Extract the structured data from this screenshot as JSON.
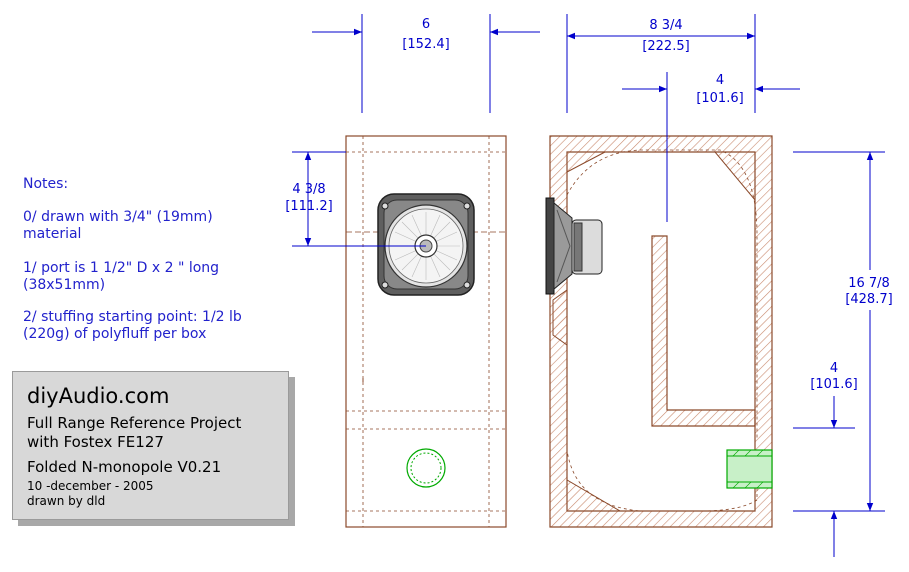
{
  "dimensions": {
    "front_width": {
      "value": "6",
      "metric": "[152.4]"
    },
    "side_depth": {
      "value": "8 3/4",
      "metric": "[222.5]"
    },
    "rear_offset": {
      "value": "4",
      "metric": "[101.6]"
    },
    "driver_height": {
      "value": "4 3/8",
      "metric": "[111.2]"
    },
    "total_height": {
      "value": "16 7/8",
      "metric": "[428.7]"
    },
    "port_height": {
      "value": "4",
      "metric": "[101.6]"
    }
  },
  "notes": {
    "heading": "Notes:",
    "note0_line1": "0/ drawn with 3/4\" (19mm)",
    "note0_line2": "material",
    "note1_line1": "1/ port is 1 1/2\" D x 2 \" long",
    "note1_line2": "(38x51mm)",
    "note2_line1": "2/ stuffing starting point: 1/2 lb",
    "note2_line2": "(220g) of polyfluff per box"
  },
  "title_block": {
    "site": "diyAudio.com",
    "project_line1": "Full Range Reference Project",
    "project_line2": "with Fostex FE127",
    "design": "Folded N-monopole V0.21",
    "date": "10 -december - 2005",
    "author": "drawn by dld"
  },
  "colors": {
    "dimension": "#0000cc",
    "panel_outline": "#8b4a2b",
    "hatch": "#c98b6f",
    "port": "#00aa00",
    "title_bg": "#d8d8d8"
  }
}
